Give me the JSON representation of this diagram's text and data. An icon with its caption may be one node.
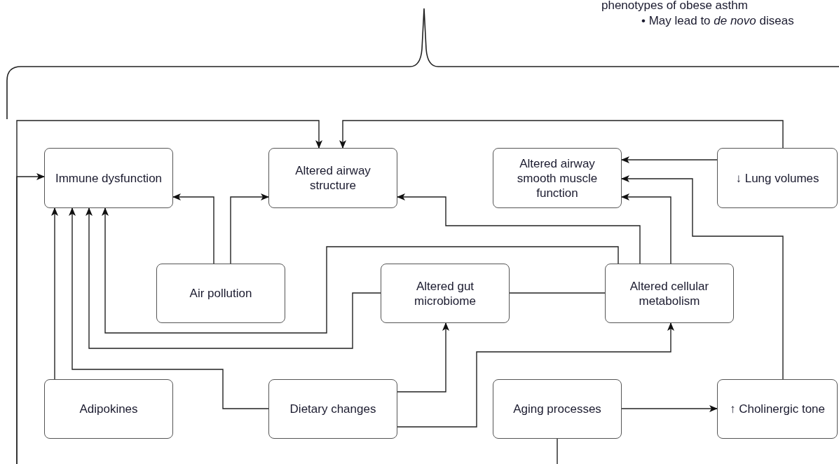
{
  "diagram": {
    "nodes": [
      {
        "text": [
          "Immune dysfunction"
        ]
      },
      {
        "text": [
          "Altered airway structure"
        ]
      },
      {
        "text": [
          "Altered airway smooth muscle function"
        ]
      },
      {
        "text": [
          "↓ Lung volumes"
        ]
      },
      {
        "text": [
          "Air pollution"
        ]
      },
      {
        "text": [
          "Altered gut microbiome"
        ]
      },
      {
        "text": [
          "Altered cellular metabolism"
        ]
      },
      {
        "text": [
          "Adipokines"
        ]
      },
      {
        "text": [
          "Dietary changes"
        ]
      },
      {
        "text": [
          "Aging processes"
        ]
      },
      {
        "text": [
          "↑ Cholinergic tone"
        ]
      }
    ],
    "edges": [
      {
        "from": null,
        "to": 0,
        "arrow": "to"
      },
      {
        "from": null,
        "to": 1,
        "arrow": "to"
      },
      {
        "from": 3,
        "to": 1,
        "arrow": "to"
      },
      {
        "from": 3,
        "to": 2,
        "arrow": "to"
      },
      {
        "from": 10,
        "to": 2,
        "arrow": "to"
      },
      {
        "from": 6,
        "to": 2,
        "arrow": "to"
      },
      {
        "from": 6,
        "to": 1,
        "arrow": "to"
      },
      {
        "from": 6,
        "to": 0,
        "arrow": "to"
      },
      {
        "from": 4,
        "to": 0,
        "arrow": "to"
      },
      {
        "from": 4,
        "to": 1,
        "arrow": "to"
      },
      {
        "from": 5,
        "to": 0,
        "arrow": "to"
      },
      {
        "from": 5,
        "to": 6,
        "arrow": "none"
      },
      {
        "from": 8,
        "to": 0,
        "arrow": "to"
      },
      {
        "from": 7,
        "to": 0,
        "arrow": "to"
      },
      {
        "from": 8,
        "to": 5,
        "arrow": "to"
      },
      {
        "from": 8,
        "to": 6,
        "arrow": "to"
      },
      {
        "from": 9,
        "to": 10,
        "arrow": "to"
      },
      {
        "from": 9,
        "to": null,
        "arrow": "none"
      }
    ],
    "labels": [
      "phenotypes of obese asthm",
      "• May lead to *de novo* diseas"
    ]
  }
}
